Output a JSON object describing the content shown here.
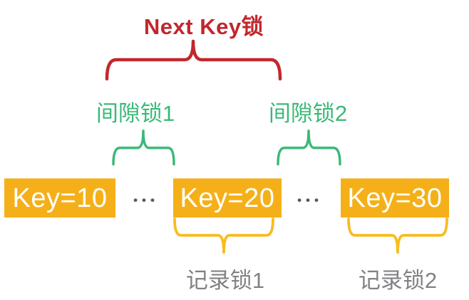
{
  "colors": {
    "red": "#c1272d",
    "green": "#3bb878",
    "amber": "#f5b019",
    "amberBrace": "#f9bb1d",
    "gray": "#828285",
    "dots": "#58585a",
    "keyText": "#ffffff",
    "background": "#ffffff"
  },
  "title": "Next Key锁",
  "gap_locks": [
    {
      "label": "间隙锁1"
    },
    {
      "label": "间隙锁2"
    }
  ],
  "keys": [
    {
      "label": "Key=10"
    },
    {
      "label": "Key=20"
    },
    {
      "label": "Key=30"
    }
  ],
  "ellipsis": "•••",
  "record_locks": [
    {
      "label": "记录锁1"
    },
    {
      "label": "记录锁2"
    }
  ]
}
